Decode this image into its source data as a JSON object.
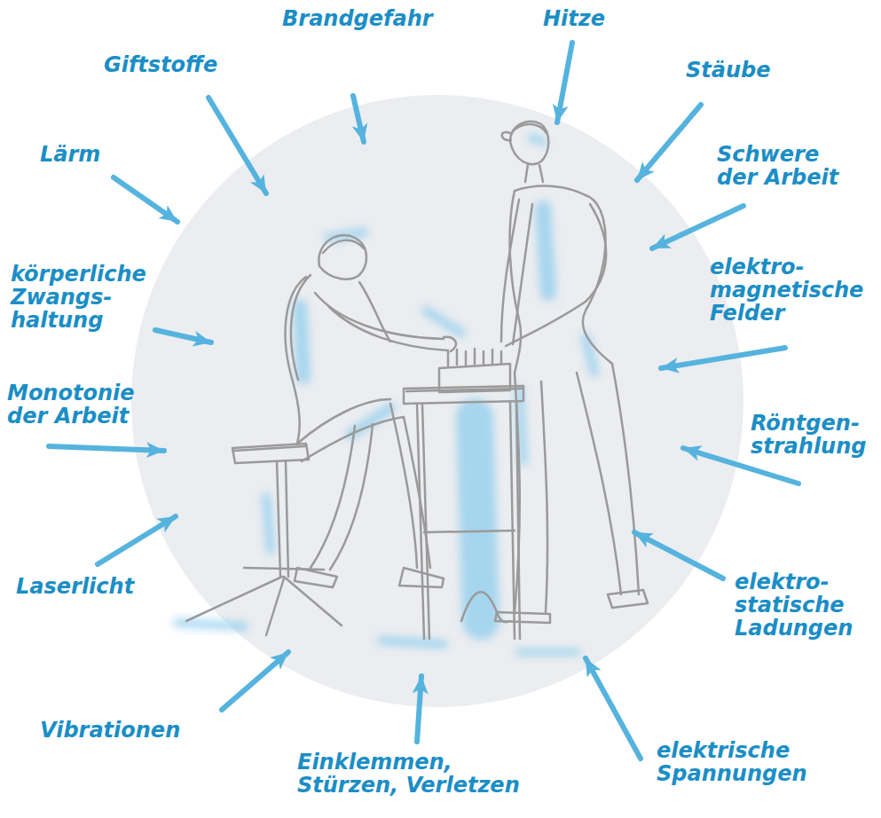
{
  "diagram": {
    "labels": [
      "Brandgefahr",
      "Hitze",
      "Giftstoffe",
      "Stäube",
      "Lärm",
      "Schwere der Arbeit",
      "elektro- magnetische Felder",
      "körperliche Zwangs- haltung",
      "Monotonie der Arbeit",
      "Röntgen- strahlung",
      "Laserlicht",
      "elektro- statische Ladungen",
      "Vibrationen",
      "elektrische Spannungen",
      "Einklemmen, Stürzen, Verletzen"
    ]
  }
}
